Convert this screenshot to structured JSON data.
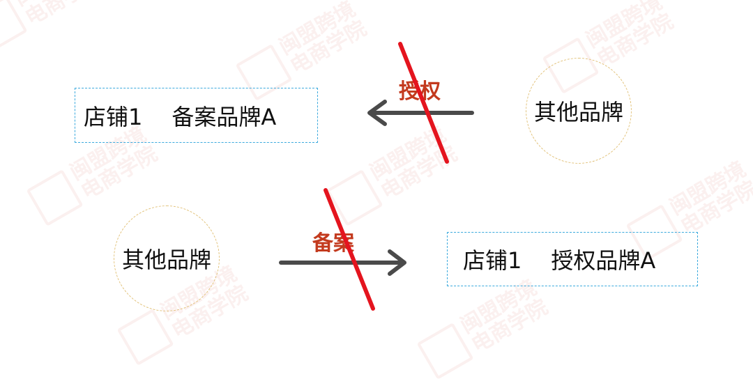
{
  "watermark": {
    "line1": "闽盟跨境",
    "line2": "电商学院"
  },
  "top_row": {
    "box": {
      "shop": "店铺1",
      "brand": "备案品牌A"
    },
    "arrow_label": "授权",
    "circle_label": "其他品牌"
  },
  "bottom_row": {
    "circle_label": "其他品牌",
    "arrow_label": "备案",
    "box": {
      "shop": "店铺1",
      "brand": "授权品牌A"
    }
  },
  "colors": {
    "box_border": "#3aa9dd",
    "circle_border": "#e2c27a",
    "arrow": "#4a4a4a",
    "strike": "#e4141e",
    "label": "#c33a1e"
  }
}
